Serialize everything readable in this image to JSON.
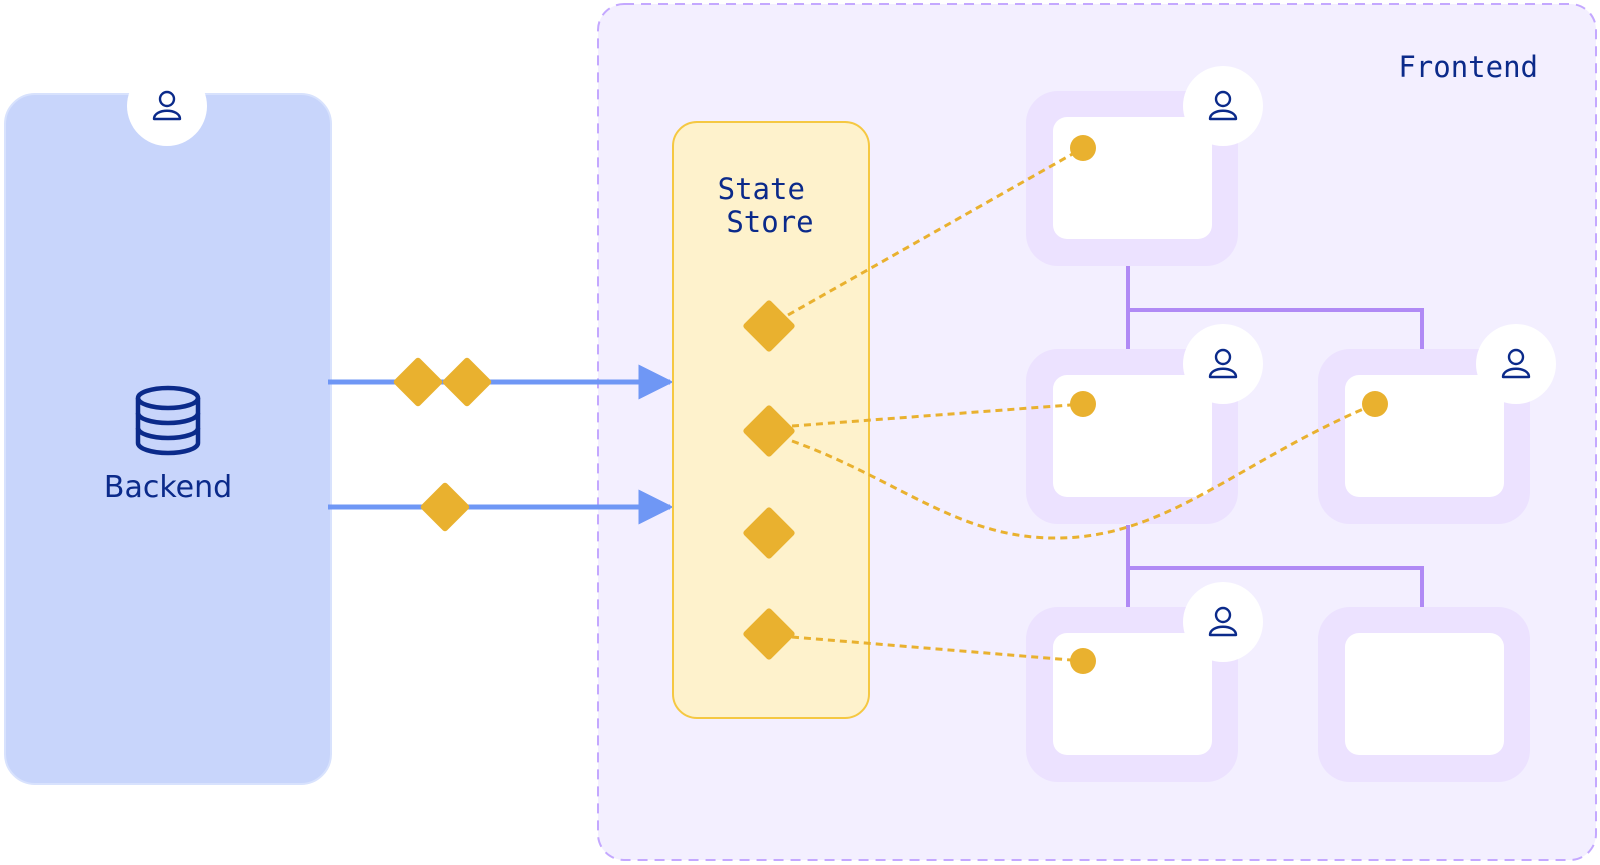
{
  "frontend": {
    "label": "Frontend"
  },
  "backend": {
    "label": "Backend",
    "icon": "database-icon"
  },
  "state_store": {
    "line1": "State",
    "line2": "Store"
  },
  "icons": {
    "user": "user-icon",
    "database": "database-icon"
  },
  "colors": {
    "backend_fill": "#c8d5fb",
    "frontend_fill": "#f3efff",
    "frontend_border": "#c4a8ff",
    "store_fill": "#fef2cc",
    "store_border": "#f5c842",
    "node_frame": "#ece2ff",
    "node_inner": "#ffffff",
    "tree_edge": "#b08af5",
    "arrow": "#6f97f5",
    "token": "#e9b12f",
    "label_text": "#0b2a8a"
  }
}
